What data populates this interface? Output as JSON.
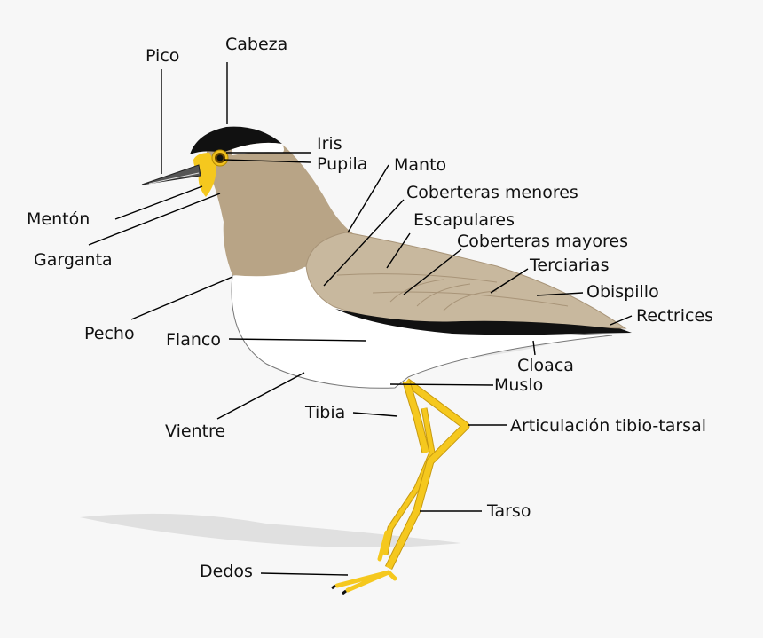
{
  "labels": {
    "pico": "Pico",
    "cabeza": "Cabeza",
    "iris": "Iris",
    "pupila": "Pupila",
    "manto": "Manto",
    "coberteras_menores": "Coberteras menores",
    "menton": "Mentón",
    "escapulares": "Escapulares",
    "coberteras_mayores": "Coberteras mayores",
    "garganta": "Garganta",
    "terciarias": "Terciarias",
    "obispillo": "Obispillo",
    "rectrices": "Rectrices",
    "pecho": "Pecho",
    "flanco": "Flanco",
    "cloaca": "Cloaca",
    "muslo": "Muslo",
    "tibia": "Tibia",
    "vientre": "Vientre",
    "articulacion": "Articulación tibio-tarsal",
    "tarso": "Tarso",
    "dedos": "Dedos"
  },
  "colors": {
    "background": "#f7f7f7",
    "plumage_brown": "#b8a486",
    "wing_brown": "#c5b59a",
    "belly": "#ffffff",
    "cap": "#111111",
    "legs": "#f5c81e",
    "eye_ring": "#f0c020",
    "shadow": "#e2e2e2",
    "leader_line": "#000000"
  }
}
